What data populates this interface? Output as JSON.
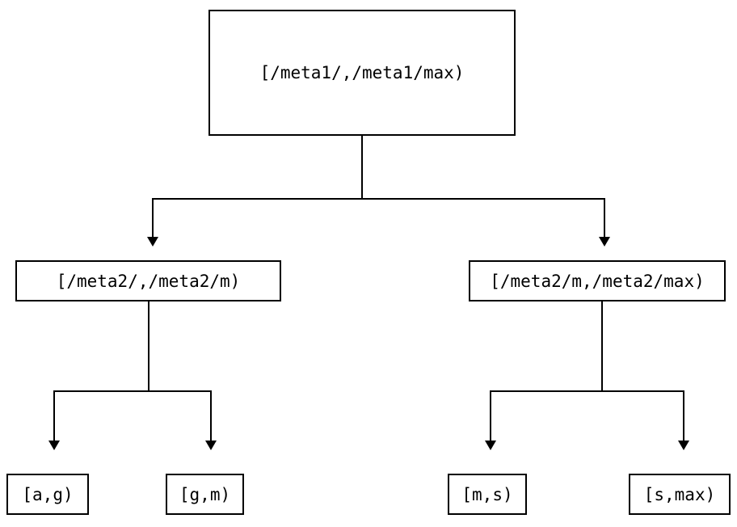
{
  "diagram": {
    "type": "tree",
    "title": "",
    "nodes": {
      "root": {
        "label": "[/meta1/,/meta1/max)",
        "level": 0
      },
      "mid_left": {
        "label": "[/meta2/,/meta2/m)",
        "level": 1
      },
      "mid_right": {
        "label": "[/meta2/m,/meta2/max)",
        "level": 1
      },
      "leaf_1": {
        "label": "[a,g)",
        "level": 2
      },
      "leaf_2": {
        "label": "[g,m)",
        "level": 2
      },
      "leaf_3": {
        "label": "[m,s)",
        "level": 2
      },
      "leaf_4": {
        "label": "[s,max)",
        "level": 2
      }
    },
    "colors": {
      "stroke": "#000000",
      "fill": "#ffffff",
      "text": "#000000"
    }
  }
}
